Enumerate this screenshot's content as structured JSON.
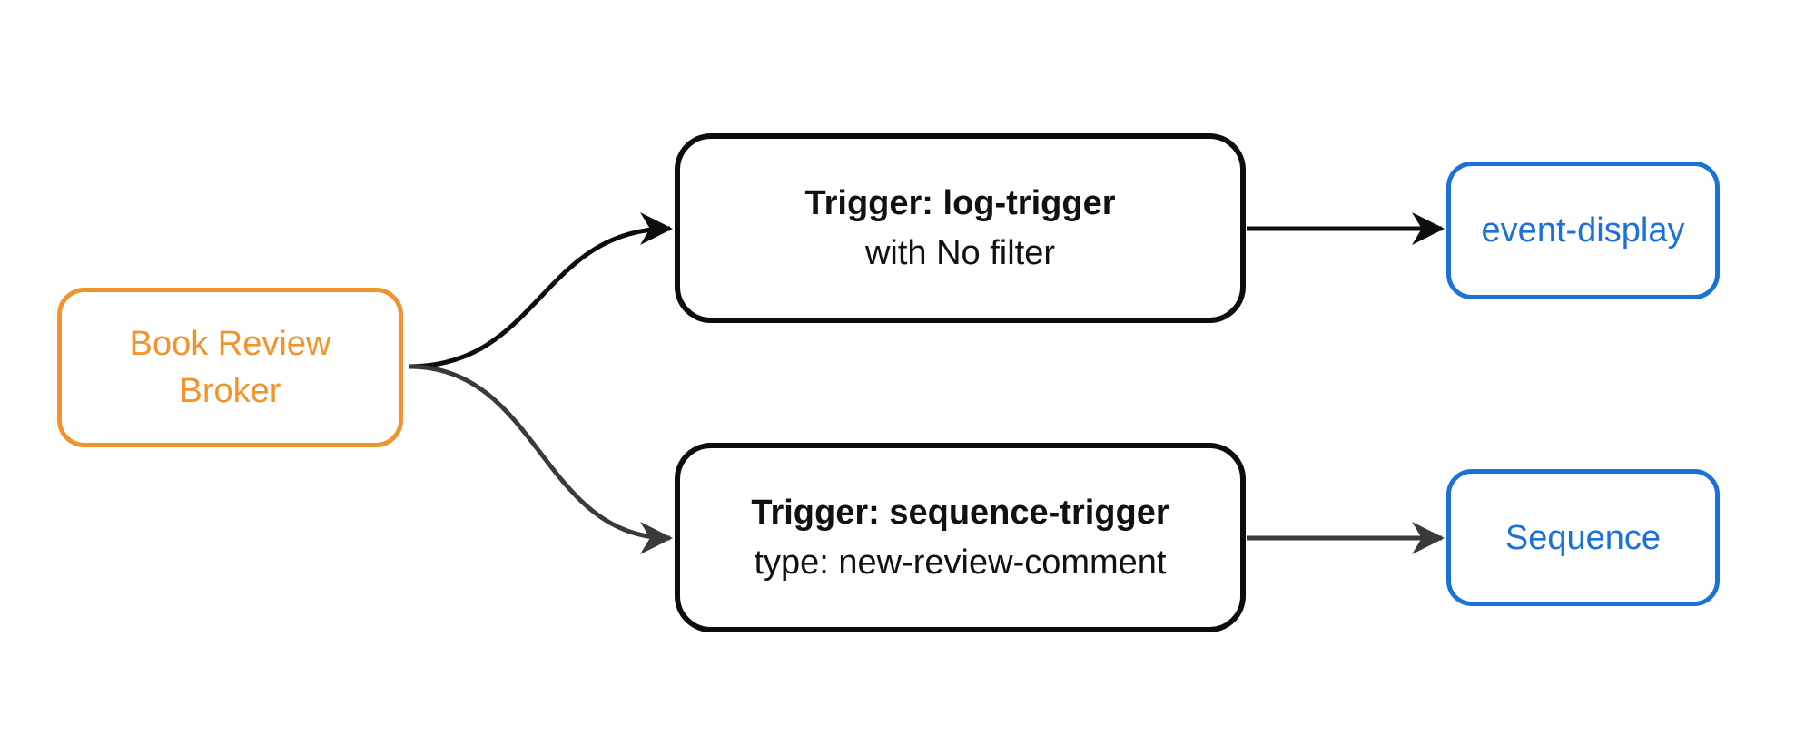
{
  "diagram": {
    "broker": {
      "lines": [
        "Book Review",
        "Broker"
      ]
    },
    "triggers": [
      {
        "title": "Trigger: log-trigger",
        "subtitle": "with No filter"
      },
      {
        "title": "Trigger: sequence-trigger",
        "subtitle": "type: new-review-comment"
      }
    ],
    "sinks": [
      {
        "label": "event-display"
      },
      {
        "label": "Sequence"
      }
    ],
    "colors": {
      "background": "#FFFFFF",
      "broker": "#F2942B",
      "trigger": "#0D0D0D",
      "trigger_text": "#111111",
      "sink": "#1C71D8",
      "edge_top": "#0D0D0D",
      "edge_bottom": "#3A3A3A"
    }
  }
}
